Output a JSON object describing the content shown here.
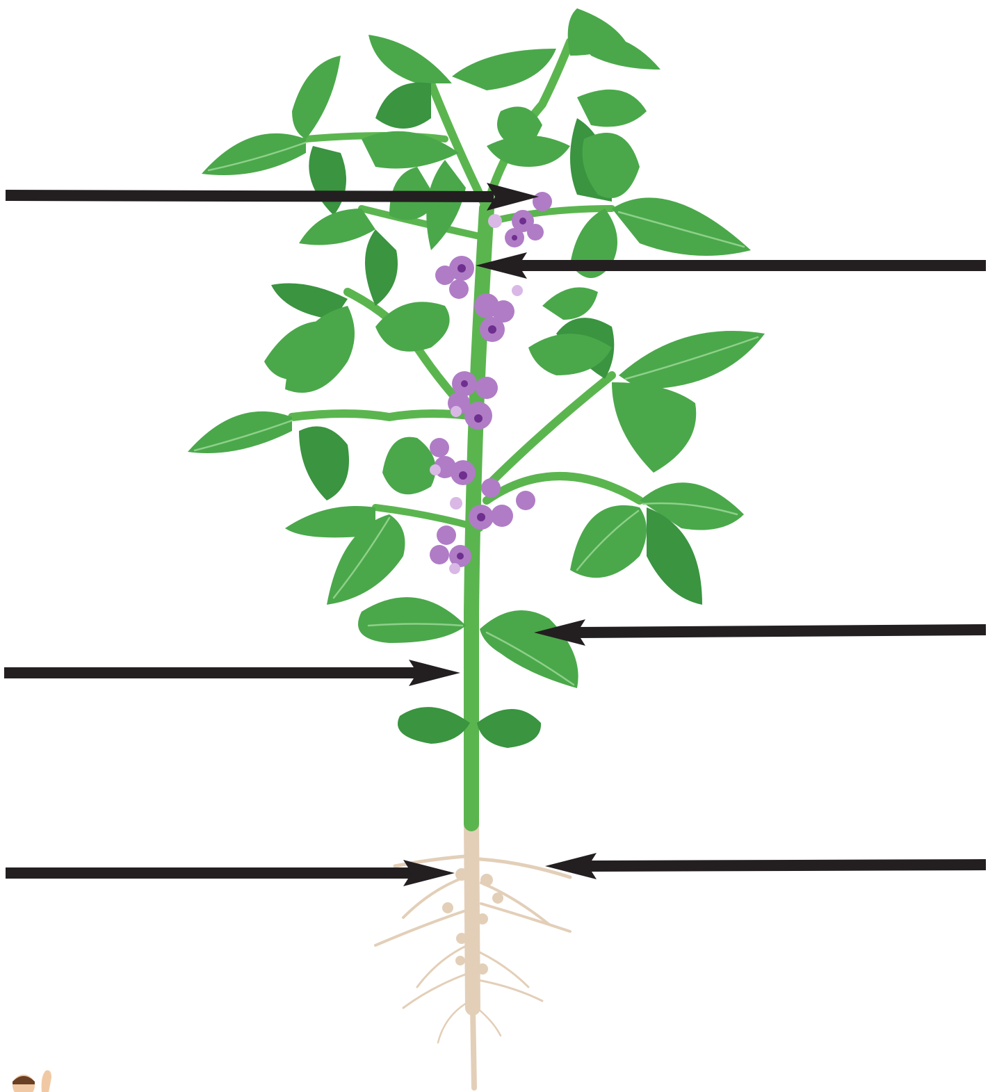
{
  "diagram": {
    "subject": "flowering-plant-with-roots",
    "colors": {
      "leaf": "#4aa84a",
      "leaf_dark": "#3a9440",
      "stem": "#5bb54f",
      "root": "#e3cfb8",
      "flower": "#b07cc6",
      "arrow": "#231f20"
    },
    "labels": [
      {
        "id": "label-1",
        "text": ""
      },
      {
        "id": "label-2",
        "text": ""
      },
      {
        "id": "label-3",
        "text": ""
      },
      {
        "id": "label-4",
        "text": ""
      },
      {
        "id": "label-5",
        "text": ""
      },
      {
        "id": "label-6",
        "text": ""
      }
    ],
    "logo_icon": "mascot-logo-icon"
  }
}
